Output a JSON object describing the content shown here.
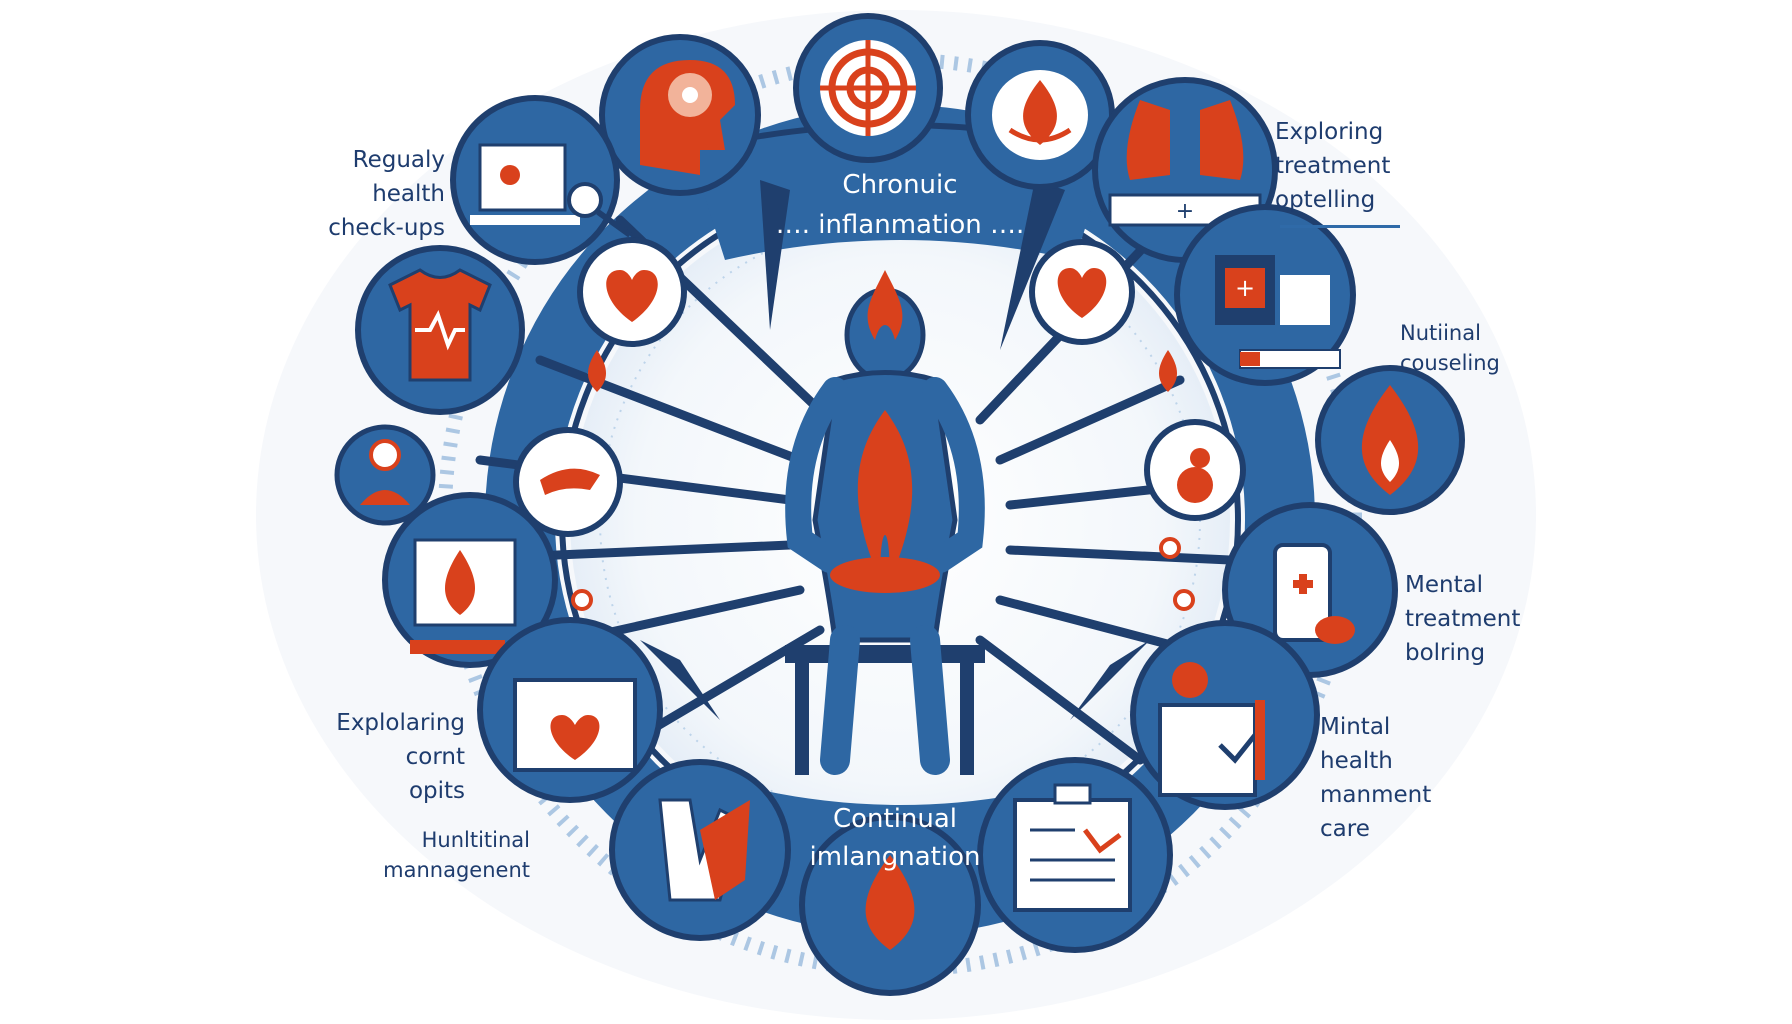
{
  "colors": {
    "navy": "#1f3f6e",
    "blue": "#2e67a3",
    "mid_blue": "#4f8fc6",
    "light_blue": "#a9cbe8",
    "orange": "#d9411c",
    "white": "#ffffff"
  },
  "center_top_label": {
    "line1": "Chronuic",
    "line2": "…. inflanmation …."
  },
  "center_bottom_label": {
    "line1": "Continual",
    "line2": "imlangnation"
  },
  "labels": {
    "top_left": {
      "lines": [
        "Regualy",
        "health",
        "check-ups"
      ]
    },
    "top_right": {
      "lines": [
        "Exploring",
        "treatment",
        "optelling"
      ]
    },
    "mid_right_1": {
      "lines": [
        "Nutiinal",
        "couseling"
      ]
    },
    "mid_right_2": {
      "lines": [
        "Mental",
        "treatment",
        "bolring"
      ]
    },
    "lower_right": {
      "lines": [
        "Mintal",
        "health",
        "manment",
        "care"
      ]
    },
    "lower_left": {
      "lines": [
        "Explolaring",
        "cornt",
        "opits"
      ]
    },
    "bottom_left": {
      "lines": [
        "Hunltitinal",
        "mannagenent"
      ]
    }
  },
  "icons": [
    "brain-icon",
    "target-icon",
    "flame-icon",
    "lungs-icon",
    "laptop-icon",
    "heart-icon",
    "tshirt-icon",
    "medicine-icon",
    "person-icon",
    "pill-icon",
    "phone-icon",
    "folder-icon",
    "clipboard-icon",
    "hand-icon",
    "document-icon"
  ]
}
